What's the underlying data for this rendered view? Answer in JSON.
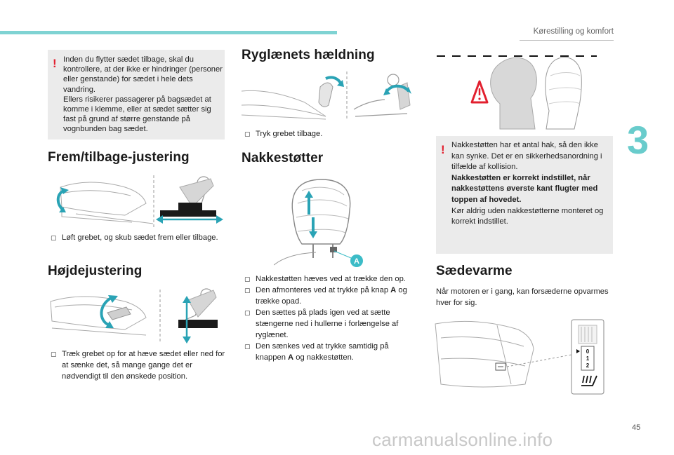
{
  "header": {
    "chapter_title": "Kørestilling og komfort",
    "chapter_number": "3"
  },
  "col1": {
    "warning": "Inden du flytter sædet tilbage, skal du kontrollere, at der ikke er hindringer (personer eller genstande) for sædet i hele dets vandring.",
    "warning_2": "Ellers risikerer passagerer på bagsædet at komme i klemme, eller at sædet sætter sig fast på grund af større genstande på vognbunden bag sædet.",
    "frem_title": "Frem/tilbage-justering",
    "frem_bullet": "Løft grebet, og skub sædet frem eller tilbage.",
    "hojde_title": "Højdejustering",
    "hojde_bullet": "Træk grebet op for at hæve sædet eller ned for at sænke det, så mange gange det er nødvendigt til den ønskede position."
  },
  "col2": {
    "ryg_title": "Ryglænets hældning",
    "ryg_bullet": "Tryk grebet tilbage.",
    "nakke_title": "Nakkestøtter",
    "callout_a": "A",
    "bullets": [
      {
        "pre": "Nakkestøtten hæves ved at trække den op.",
        "bold": "",
        "post": ""
      },
      {
        "pre": "Den afmonteres ved at trykke på knap ",
        "bold": "A",
        "post": " og trække opad."
      },
      {
        "pre": "Den sættes på plads igen ved at sætte stængerne ned i hullerne i forlængelse af ryglænet.",
        "bold": "",
        "post": ""
      },
      {
        "pre": "Den sænkes ved at trykke samtidig på knappen ",
        "bold": "A",
        "post": " og nakkestøtten."
      }
    ]
  },
  "col3": {
    "warn_l1": "Nakkestøtten har et antal hak, så den ikke kan synke. Det er en sikkerhedsanordning i tilfælde af kollision.",
    "warn_l2": "Nakkestøtten er korrekt indstillet, når nakkestøttens øverste kant flugter med toppen af hovedet.",
    "warn_l3": "Kør aldrig uden nakkestøtterne monteret og korrekt indstillet.",
    "saede_title": "Sædevarme",
    "saede_text": "Når motoren er i gang, kan forsæderne opvarmes hver for sig.",
    "switch_labels": [
      "0",
      "1",
      "2"
    ]
  },
  "footer": {
    "page_number": "45",
    "watermark": "carmanualsonline.info"
  },
  "colors": {
    "accent": "#7fd3d3",
    "chapter": "#69cccc",
    "warning": "#e2202f",
    "arrow": "#2aa3b5",
    "callout": "#3cbcc7",
    "box": "#ebebeb"
  }
}
